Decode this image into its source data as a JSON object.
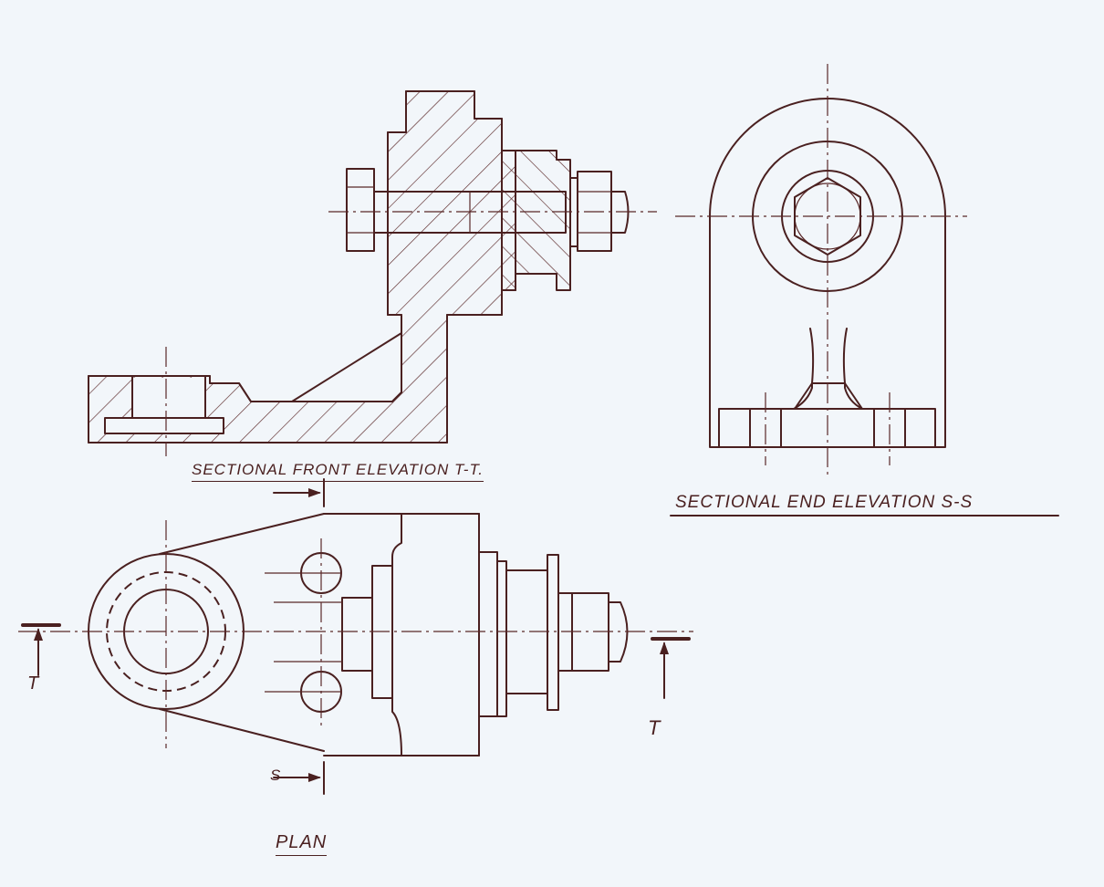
{
  "labels": {
    "front_elevation": "SECTIONAL FRONT ELEVATION T-T.",
    "end_elevation": "SECTIONAL END ELEVATION S-S",
    "plan": "PLAN",
    "section_t_left": "T",
    "section_t_right": "T",
    "section_s": "S"
  },
  "colors": {
    "ink": "#4a2020",
    "paper": "#f2f6fa"
  }
}
